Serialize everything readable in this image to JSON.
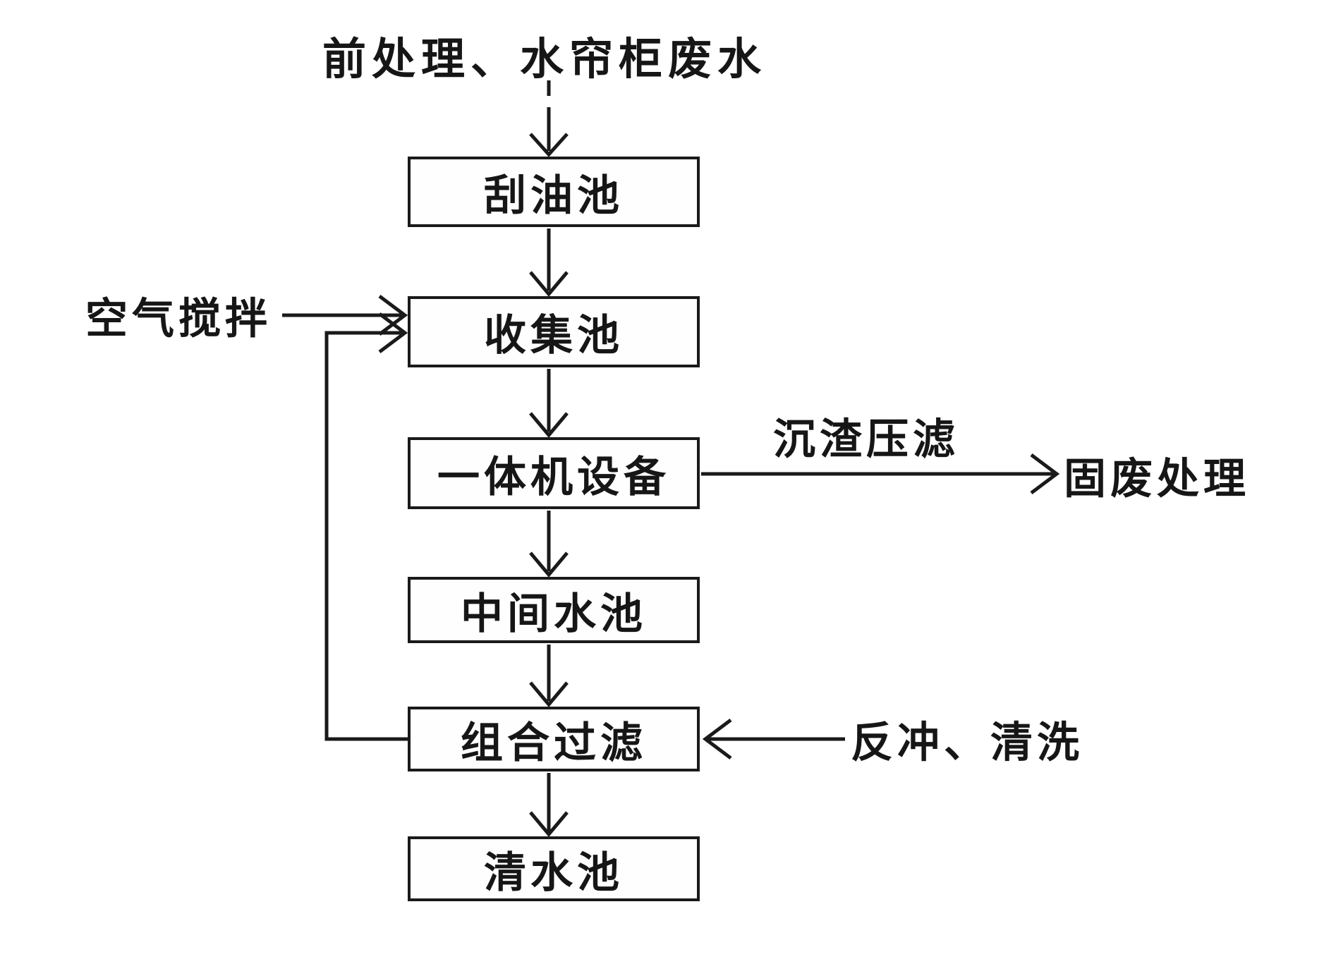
{
  "diagram": {
    "title": "前处理、水帘柜废水",
    "nodes": [
      {
        "label": "刮油池"
      },
      {
        "label": "收集池"
      },
      {
        "label": "一体机设备"
      },
      {
        "label": "中间水池"
      },
      {
        "label": "组合过滤"
      },
      {
        "label": "清水池"
      }
    ],
    "annotations": {
      "air_agitation": "空气搅拌",
      "sludge_press_filter": "沉渣压滤",
      "solid_waste_treatment": "固废处理",
      "backwash_clean": "反冲、清洗"
    },
    "colors": {
      "line": "#1a1a1a",
      "background": "#ffffff"
    }
  }
}
